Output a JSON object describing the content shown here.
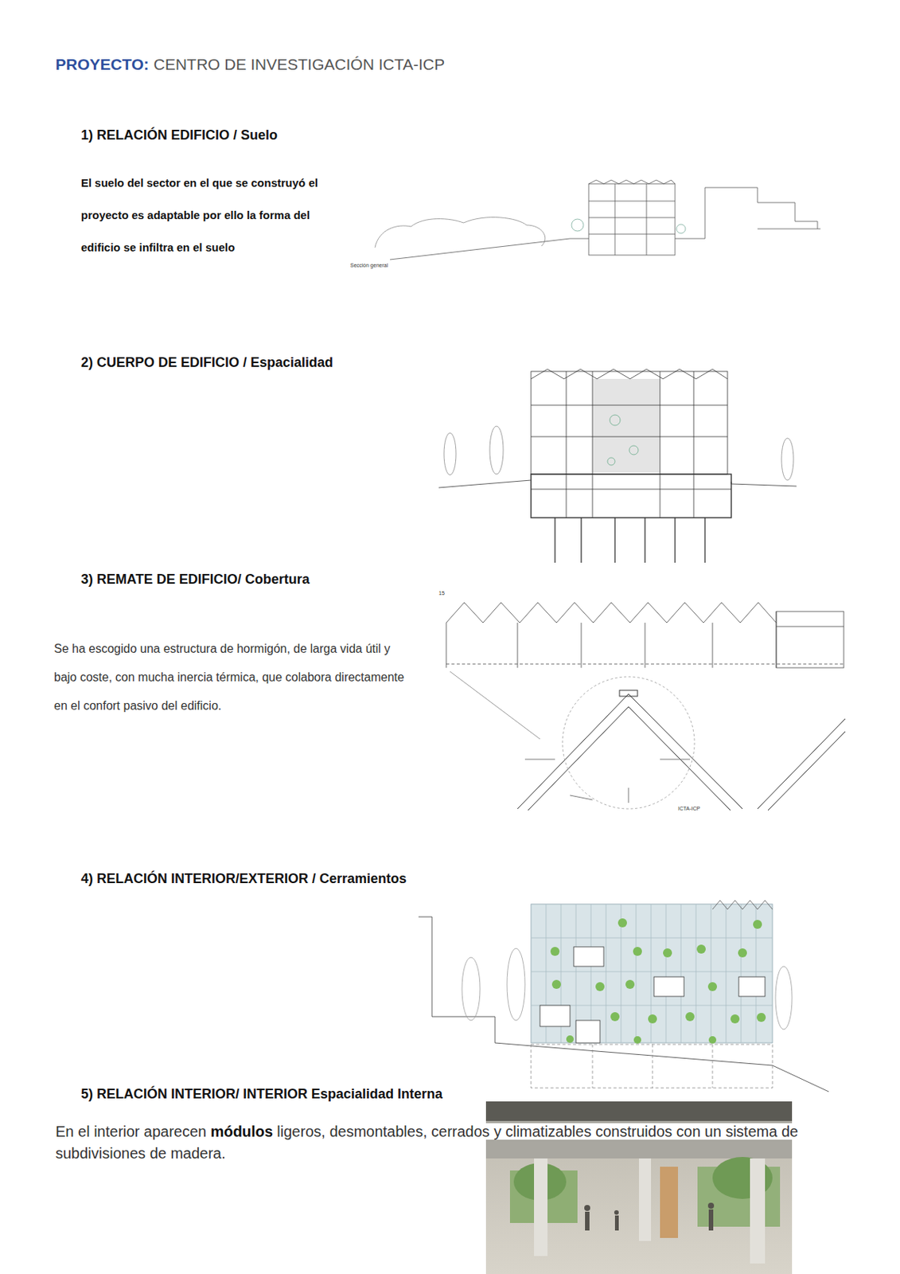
{
  "diagram": {
    "title": "PROYECTO:",
    "labels": [
      "CENTRO DE INVESTIGACIÓN ICTA-ICP",
      "1) RELACIÓN EDIFICIO / Suelo",
      "El suelo del sector en el que se construyó el proyecto es adaptable por ello la forma del edificio se infiltra en el suelo",
      "Sección general",
      "2) CUERPO DE EDIFICIO / Espacialidad",
      "3) REMATE DE EDIFICIO/ Cobertura",
      "15",
      "Se ha escogido una estructura de hormigón, de larga vida útil y bajo coste, con mucha inercia térmica, que colabora directamente en el confort pasivo del edificio.",
      "ICTA-ICP",
      "4) RELACIÓN INTERIOR/EXTERIOR / Cerramientos",
      "5) RELACIÓN INTERIOR/ INTERIOR Espacialidad Interna",
      "En el interior aparecen",
      "módulos",
      "ligeros, desmontables, cerrados y climatizables construidos con un sistema de subdivisiones de madera."
    ]
  }
}
